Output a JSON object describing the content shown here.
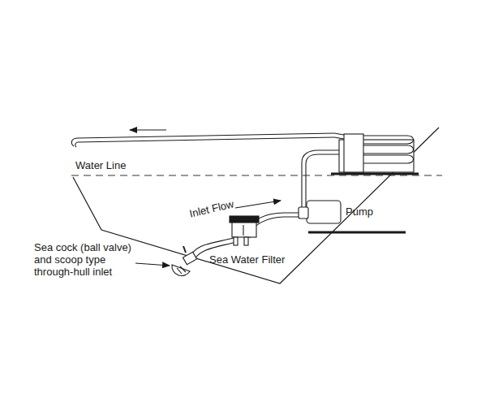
{
  "diagram": {
    "labels": [
      "Water Line",
      "Inlet Flow",
      "Pump",
      "Sea cock (ball valve) and scoop type through-hull inlet",
      "Sea Water Filter"
    ]
  }
}
